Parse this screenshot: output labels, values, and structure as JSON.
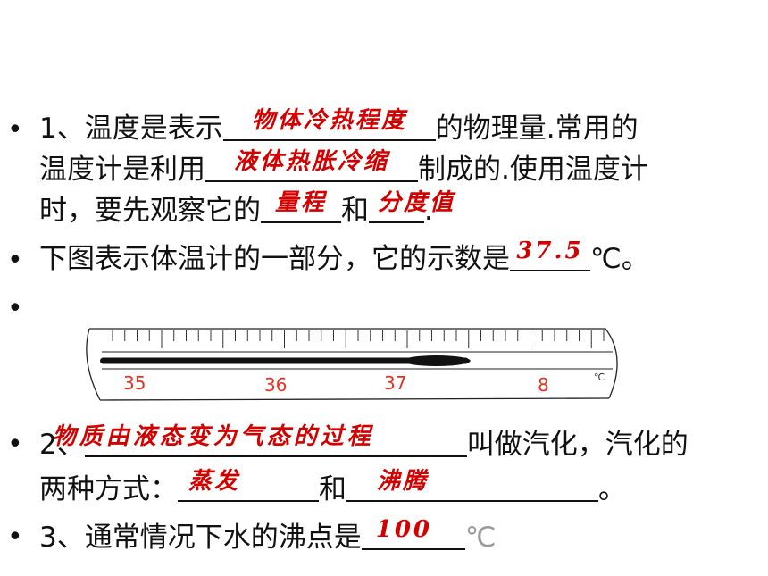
{
  "q1": {
    "line1_pre": "1、温度是表示",
    "line1_post": "的物理量.常用的",
    "blank1": "物体冷热程度",
    "line2_pre": "温度计是利用",
    "blank2": "液体热胀冷缩",
    "line2_post": "制成的.使用温度计",
    "line3_pre": "时，要先观察它的",
    "blank3": "量程",
    "line3_mid": "和",
    "blank4": "分度值",
    "line3_post": "."
  },
  "thermo_q": {
    "text": "下图表示体温计的一部分，它的示数是",
    "answer": "37.5",
    "unit": "℃。"
  },
  "thermometer": {
    "labels": [
      "35",
      "36",
      "37",
      "8"
    ],
    "unit_mark": "℃",
    "reading": 37.5,
    "range": [
      34.6,
      38.6
    ],
    "mercury_color": "#111111",
    "label_color": "#e8321e"
  },
  "q2": {
    "line1_pre": "2、",
    "blank1": "物质由液态变为气态的过程",
    "line1_post": "叫做汽化，汽化的",
    "line2_pre": "两种方式：",
    "blank2": "蒸发",
    "line2_mid": "和",
    "blank3": "沸腾",
    "line2_post": "。"
  },
  "q3": {
    "text": "3、通常情况下水的沸点是",
    "answer": "100",
    "unit": "℃"
  },
  "colors": {
    "answer": "#d40000",
    "text": "#111111",
    "unit_gray": "#9a9a9a"
  }
}
